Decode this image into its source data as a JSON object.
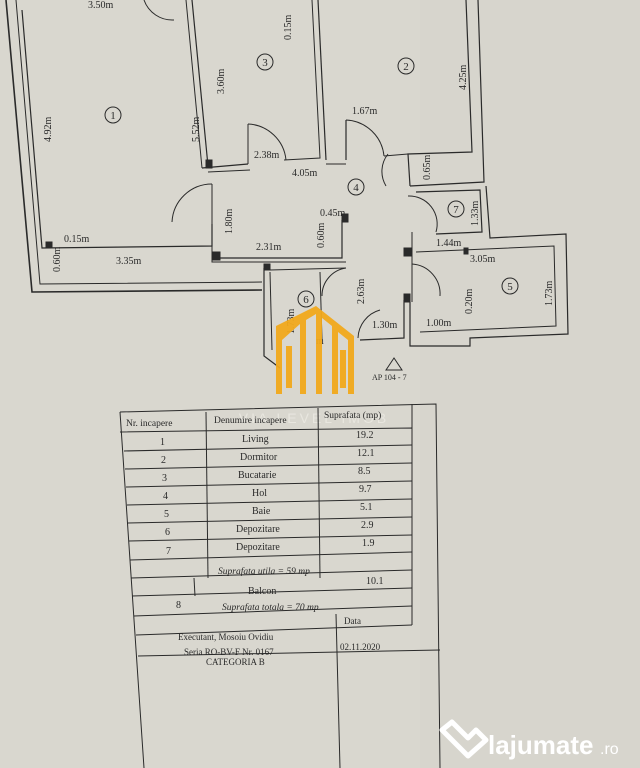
{
  "plan": {
    "dimensions": {
      "d_350": "3.50m",
      "d_492": "4.92m",
      "d_552": "5.52m",
      "d_360": "3.60m",
      "d_015_top": "0.15m",
      "d_425": "4.25m",
      "d_167": "1.67m",
      "d_238": "2.38m",
      "d_405": "4.05m",
      "d_065": "0.65m",
      "d_180": "1.80m",
      "d_045": "0.45m",
      "d_231": "2.31m",
      "d_060_mid": "0.60m",
      "d_133": "1.33m",
      "d_144": "1.44m",
      "d_015_left": "0.15m",
      "d_060_left": "0.60m",
      "d_335": "3.35m",
      "d_263": "2.63m",
      "d_305": "3.05m",
      "d_020": "0.20m",
      "d_173_right": "1.73m",
      "d_173_left": "1.73m",
      "d_130": "1.30m",
      "d_100": "1.00m",
      "d_m": "m"
    },
    "rooms": [
      "1",
      "2",
      "3",
      "4",
      "5",
      "6",
      "7"
    ],
    "apartment_label": "AP 104 - 7"
  },
  "table": {
    "headers": [
      "Nr. incapere",
      "Denumire incapere",
      "Suprafata (mp)"
    ],
    "rows": [
      [
        "1",
        "Living",
        "19.2"
      ],
      [
        "2",
        "Dormitor",
        "12.1"
      ],
      [
        "3",
        "Bucatarie",
        "8.5"
      ],
      [
        "4",
        "Hol",
        "9.7"
      ],
      [
        "5",
        "Baie",
        "5.1"
      ],
      [
        "6",
        "Depozitare",
        "2.9"
      ],
      [
        "7",
        "Depozitare",
        "1.9"
      ]
    ],
    "utila": "Suprafata utila = 59 mp",
    "balcon_row": [
      "8",
      "Balcon",
      "10.1"
    ],
    "totala": "Suprafata totala = 70 mp",
    "executant": "Executant, Mosoiu Ovidiu",
    "data_label": "Data",
    "seria": "Seria RO-BV-F Nr. 0167",
    "categoria": "CATEGORIA B",
    "date": "02.11.2020"
  },
  "watermark": "VIA LEVEL IMOB",
  "logo": {
    "text": "lajumate",
    "suffix": ".ro"
  },
  "colors": {
    "paper": "#d9d7cf",
    "ink": "#2a2a2a",
    "watermark_gold": "#f2a91c",
    "logo_white": "#ffffff"
  }
}
